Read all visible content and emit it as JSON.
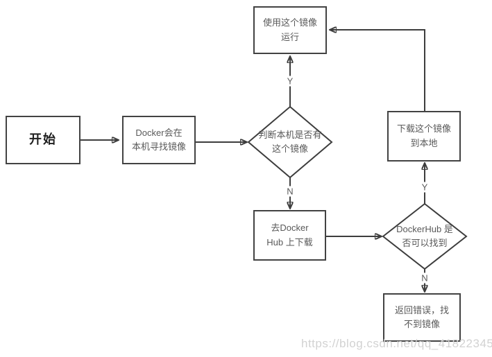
{
  "diagram": {
    "title": "docker-image-run-flowchart",
    "nodes": {
      "start": {
        "text": "开始"
      },
      "search_local": {
        "text": "Docker会在\n本机寻找镜像"
      },
      "run_image": {
        "text": "使用这个镜像\n运行"
      },
      "local_check": {
        "text": "判断本机是否有\n这个镜像"
      },
      "hub_download": {
        "text": "去Docker\nHub 上下载"
      },
      "hub_check": {
        "text": "DockerHub 是\n否可以找到"
      },
      "download_local": {
        "text": "下载这个镜像\n到本地"
      },
      "error": {
        "text": "返回错误，找\n不到镜像"
      }
    },
    "edge_labels": {
      "local_yes": "Y",
      "local_no": "N",
      "hub_yes": "Y",
      "hub_no": "N"
    },
    "colors": {
      "line": "#3d3d3d",
      "box_border": "#424242",
      "box_text": "#595959",
      "start_text": "#1f1f1f",
      "watermark": "#d2d2d2"
    }
  },
  "watermark": {
    "text": "https://blog.csdn.net/qq_41822345"
  }
}
